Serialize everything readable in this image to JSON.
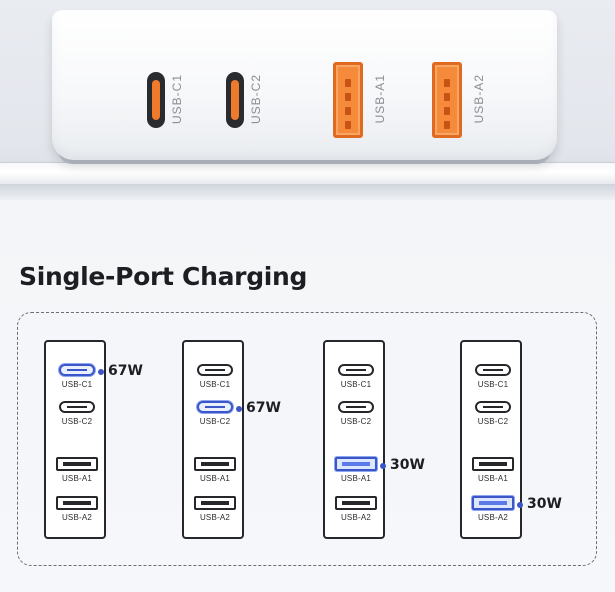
{
  "device": {
    "ports": [
      {
        "label": "USB-C1",
        "kind": "usb-c"
      },
      {
        "label": "USB-C2",
        "kind": "usb-c"
      },
      {
        "label": "USB-A1",
        "kind": "usb-a"
      },
      {
        "label": "USB-A2",
        "kind": "usb-a"
      }
    ],
    "port_color": "#f58a3a"
  },
  "heading": "Single-Port Charging",
  "accent_color": "#3a56c8",
  "diagrams": [
    {
      "active_port": 0,
      "watt": "67W",
      "slots": [
        {
          "label": "USB-C1"
        },
        {
          "label": "USB-C2"
        },
        {
          "label": "USB-A1"
        },
        {
          "label": "USB-A2"
        }
      ]
    },
    {
      "active_port": 1,
      "watt": "67W",
      "slots": [
        {
          "label": "USB-C1"
        },
        {
          "label": "USB-C2"
        },
        {
          "label": "USB-A1"
        },
        {
          "label": "USB-A2"
        }
      ]
    },
    {
      "active_port": 2,
      "watt": "30W",
      "slots": [
        {
          "label": "USB-C1"
        },
        {
          "label": "USB-C2"
        },
        {
          "label": "USB-A1"
        },
        {
          "label": "USB-A2"
        }
      ]
    },
    {
      "active_port": 3,
      "watt": "30W",
      "slots": [
        {
          "label": "USB-C1"
        },
        {
          "label": "USB-C2"
        },
        {
          "label": "USB-A1"
        },
        {
          "label": "USB-A2"
        }
      ]
    }
  ]
}
